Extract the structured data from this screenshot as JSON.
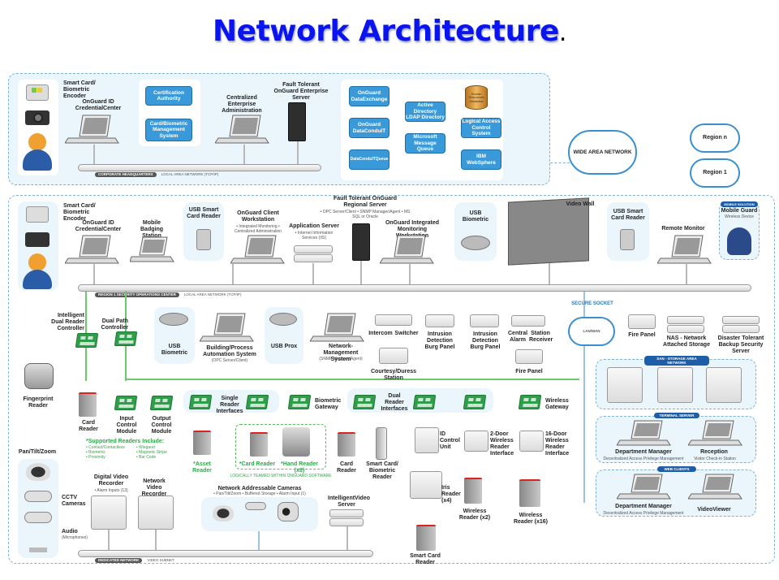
{
  "title": "Network Architecture",
  "title_suffix": ".",
  "corporate": {
    "encoder": "Smart Card/ Biometric Encoder",
    "credential_center": "OnGuard ID CredentialCenter",
    "cert_authority": "Certification Authority",
    "card_bio_mgmt": "Card/Biometric Management System",
    "central_admin": "Centralized Enterprise Administration",
    "enterprise_server": "Fault Tolerant OnGuard Enterprise Server",
    "bus_tag": "CORPORATE HEADQUARTERS",
    "bus_net": "LOCAL AREA NETWORK (TCP/IP)",
    "integration": {
      "data_exchange": "OnGuard DataExchange",
      "data_conduit": "OnGuard DataConduIT",
      "data_conduit_queue": "DataConduITQueue",
      "active_directory": "Active Directory LDAP Directory",
      "msmq": "Microsoft Message Queue",
      "hr_db": "Human Resources Database",
      "logical_access": "Logical Access Control System",
      "ibm": "IBM WebSphere"
    }
  },
  "wan": {
    "label": "WIDE AREA NETWORK",
    "region_n": "Region n",
    "region_1": "Region 1"
  },
  "region": {
    "encoder": "Smart Card/ Biometric Encoder",
    "credential_center": "OnGuard ID CredentialCenter",
    "mobile_badging": "Mobile Badging Station",
    "usb_smart_card": "USB Smart Card Reader",
    "client_ws": "OnGuard Client Workstation",
    "client_ws_sub": "• Integrated Monitoring • Centralized Administration",
    "app_server": "Application Server",
    "app_server_sub": "• Internet Information Services (IIS)",
    "regional_server": "Fault Tolerant OnGuard Regional Server",
    "regional_server_sub": "• OPC Server/Client • SNMP Manager/Agent • MS SQL or Oracle",
    "monitoring_ws": "OnGuard Integrated Monitoring Workstation",
    "usb_biometric": "USB Biometric",
    "video_wall": "Video Wall",
    "usb_smart_card_2": "USB Smart Card Reader",
    "remote_monitor": "Remote Monitor",
    "mobile_badge": "MOBILE SOLUTION",
    "mobile_guard": "Mobile Guard",
    "mobile_guard_sub": "Wireless Device",
    "bus_tag": "REGION 1 SECURITY OPERATIONS CENTER",
    "bus_net": "LOCAL AREA NETWORK (TCP/IP)"
  },
  "field": {
    "intelligent_dual": "Intelligent Dual Reader Controller",
    "dual_path": "Dual Path Controller",
    "usb_biometric": "USB Biometric",
    "building_automation": "Building/Process Automation System",
    "building_automation_sub": "(OPC Server/Client)",
    "usb_prox": "USB Prox",
    "nms": "Network-Management System",
    "nms_sub": "(SNMP Manager/Agent)",
    "intercom": "Intercom",
    "switcher": "Switcher",
    "courtesy": "Courtesy/Duress Station",
    "intrusion1": "Intrusion Detection Burg Panel",
    "intrusion2": "Intrusion Detection Burg Panel",
    "central_alarm": "Central Alarm",
    "station_receiver": "Station Receiver",
    "fire_panel": "Fire Panel",
    "fingerprint": "Fingerprint Reader",
    "card_reader": "Card Reader",
    "input_module": "Input Control Module",
    "output_module": "Output Control Module",
    "single_reader": "Single Reader Interfaces",
    "biometric_gateway": "Biometric Gateway",
    "dual_reader": "Dual Reader Interfaces",
    "wireless_gateway": "Wireless Gateway",
    "supported_title": "*Supported Readers Include:",
    "supported_col1": [
      "• Contact/Contactless",
      "• Biometric",
      "• Proximity"
    ],
    "supported_col2": [
      "• Wiegand",
      "• Magnetic Stripe",
      "• Bar Code"
    ],
    "asset_reader": "*Asset Reader",
    "card_reader_star": "*Card Reader",
    "hand_reader": "*Hand Reader (x8)",
    "teamed": "LOGICALLY TEAMED WITHIN ONGUARD SOFTWARE",
    "card_reader_2": "Card Reader",
    "smart_bio_reader": "Smart Card/ Biometric Reader",
    "id_control": "ID Control Unit",
    "iris_reader": "Iris Reader (x4)",
    "smart_card_reader": "Smart Card Reader",
    "two_door": "2-Door Wireless Reader Interface",
    "sixteen_door": "16-Door Wireless Reader Interface",
    "wireless_x2": "Wireless Reader (x2)",
    "wireless_x16": "Wireless Reader (x16)"
  },
  "right": {
    "secure_socket": "SECURE   SOCKET",
    "lanwan": "LAN/WAN",
    "fire_panel": "Fire Panel",
    "nas": "NAS - Network Attached Storage",
    "disaster": "Disaster Tolerant Backup Security Server",
    "san_badge": "SAN - STORAGE AREA NETWORK",
    "terminal_badge": "TERMINAL SERVER",
    "dept_mgr": "Department Manager",
    "dept_mgr_sub": "Decentralized Access Privilege Management",
    "reception": "Reception",
    "reception_sub": "Visitor Check-in Station",
    "web_badge": "WEB CLIENTS",
    "dept_mgr_2": "Department Manager",
    "dept_mgr_2_sub": "Decentralized Access Privilege Management",
    "videoviewer": "VideoViewer"
  },
  "video": {
    "ptz": "Pan/Tilt/Zoom",
    "cctv": "CCTV Cameras",
    "audio": "Audio",
    "audio_sub": "(Microphones)",
    "dvr": "Digital Video Recorder",
    "dvr_sub": "• Alarm Inputs (13)",
    "nvr": "Network Video Recorder",
    "cameras": "Network Addressable Cameras",
    "cameras_sub": "• Pan/Tilt/Zoom • Buffered Storage • Alarm Input (1)",
    "ivs": "IntelligentVideo Server",
    "bus_tag": "DEDICATED NETWORK",
    "bus_net": "VIDEO SUBNET"
  },
  "colors": {
    "title": "#0a14f0",
    "zone_bg": "#eaf5fc",
    "accent_blue": "#3a9ad9",
    "field_green": "#2fa84a"
  }
}
